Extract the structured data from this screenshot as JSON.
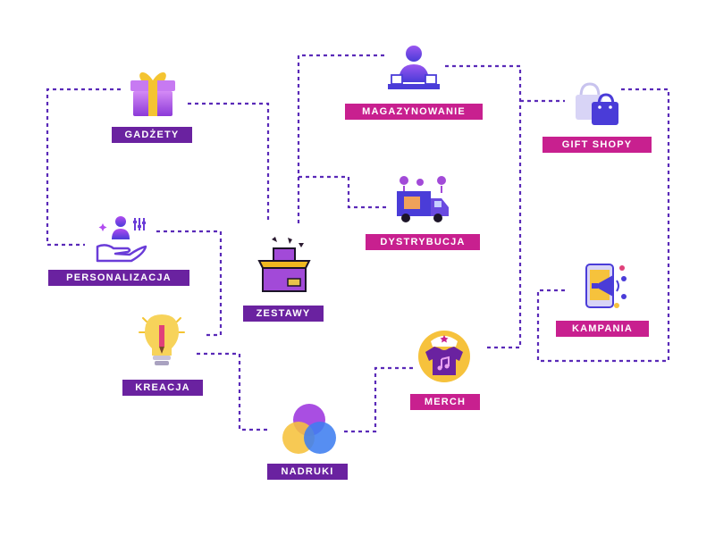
{
  "colors": {
    "connector": "#5a2ab8",
    "label_purple": "#6a22a0",
    "label_pink": "#c8208f",
    "gradient_start": "#b14cf0",
    "gradient_end": "#4a3cd8",
    "gold": "#f4c431"
  },
  "nodes": {
    "gadzety": {
      "label": "GADŻETY",
      "icon": "gift-box-icon"
    },
    "personalizacja": {
      "label": "PERSONALIZACJA",
      "icon": "hand-person-icon"
    },
    "kreacja": {
      "label": "KREACJA",
      "icon": "lightbulb-pencil-icon"
    },
    "zestawy": {
      "label": "ZESTAWY",
      "icon": "open-box-icon"
    },
    "nadruki": {
      "label": "NADRUKI",
      "icon": "color-circles-icon"
    },
    "magazynowanie": {
      "label": "MAGAZYNOWANIE",
      "icon": "warehouse-worker-icon"
    },
    "dystrybucja": {
      "label": "DYSTRYBUCJA",
      "icon": "delivery-truck-icon"
    },
    "merch": {
      "label": "MERCH",
      "icon": "tshirt-cap-icon"
    },
    "gift_shopy": {
      "label": "GIFT SHOPY",
      "icon": "shopping-bags-icon"
    },
    "kampania": {
      "label": "KAMPANIA",
      "icon": "phone-megaphone-icon"
    }
  }
}
